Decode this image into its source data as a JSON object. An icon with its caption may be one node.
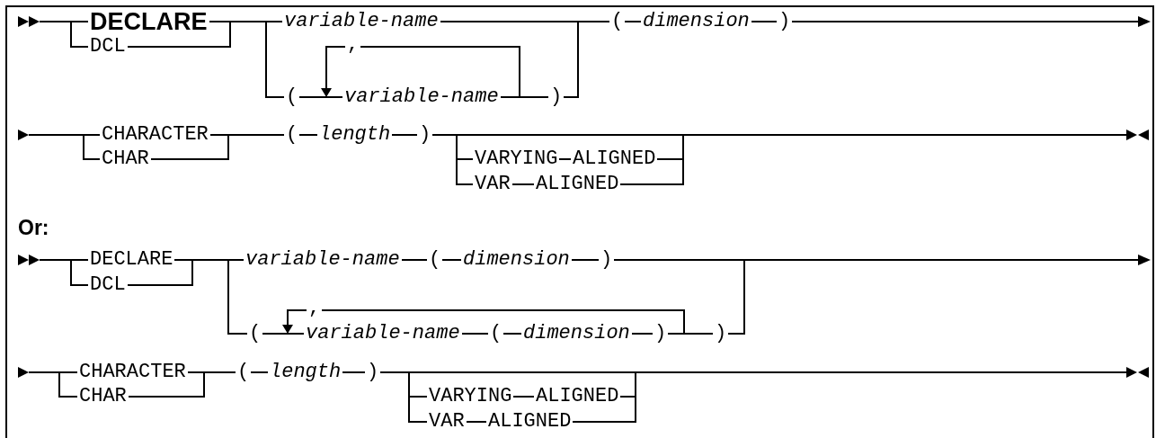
{
  "diagram": {
    "labels": [
      "DECLARE",
      "variable-name",
      "(",
      "dimension",
      ")",
      "DCL",
      ",",
      "(",
      "variable-name",
      ")",
      "CHARACTER",
      "(",
      "length",
      ")",
      "CHAR",
      "VARYING",
      "ALIGNED",
      "VAR",
      "ALIGNED",
      "Or:",
      "DECLARE",
      "variable-name",
      "(",
      "dimension",
      ")",
      "DCL",
      ",",
      "(",
      "variable-name",
      "(",
      "dimension",
      ")",
      ")",
      "CHARACTER",
      "(",
      "length",
      ")",
      "CHAR",
      "VARYING",
      "ALIGNED",
      "VAR",
      "ALIGNED"
    ]
  }
}
